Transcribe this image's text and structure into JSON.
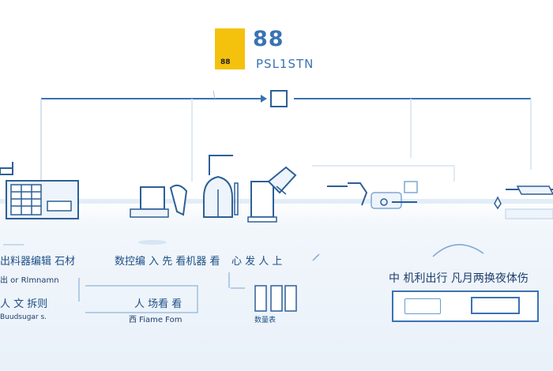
{
  "brand": {
    "title": "88 ",
    "subtitle": "PSL1STN",
    "badge_number": "88",
    "badge_color": "#f4c20d",
    "accent_color": "#3a73b3"
  },
  "labels": {
    "left_1": "出料器编辑 石材",
    "left_2": "出 or Rlmnamn",
    "left_3": "人 文 拆则",
    "left_4": "Buudsugar s.",
    "mid_1": "数控编 入 先 看机器 看",
    "mid_2": "人 场看 看",
    "mid_3": "西 Fiame Fom",
    "right_1": "心 发 人 上",
    "right_2": "数量表",
    "card_title": "中 机利出行 凡月两换夜体伤"
  }
}
